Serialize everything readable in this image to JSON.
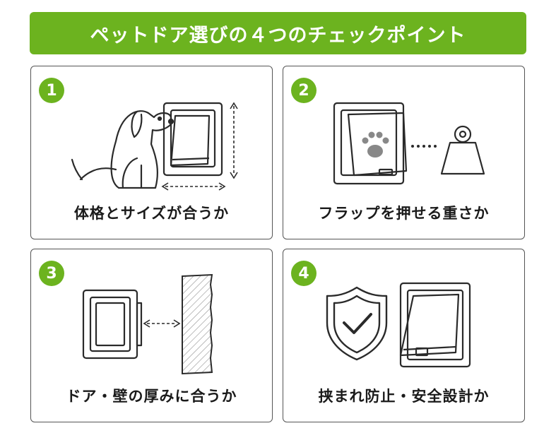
{
  "header": {
    "title": "ペットドア選びの４つのチェックポイント"
  },
  "points": [
    {
      "number": "1",
      "label": "体格とサイズが合うか"
    },
    {
      "number": "2",
      "label": "フラップを押せる重さか"
    },
    {
      "number": "3",
      "label": "ドア・壁の厚みに合うか"
    },
    {
      "number": "4",
      "label": "挟まれ防止・安全設計か"
    }
  ],
  "colors": {
    "accent": "#6cb31f",
    "line": "#2a2a2a"
  },
  "icons": [
    "dog-icon",
    "pet-door-icon",
    "paw-icon",
    "weight-icon",
    "wall-icon",
    "shield-check-icon"
  ]
}
